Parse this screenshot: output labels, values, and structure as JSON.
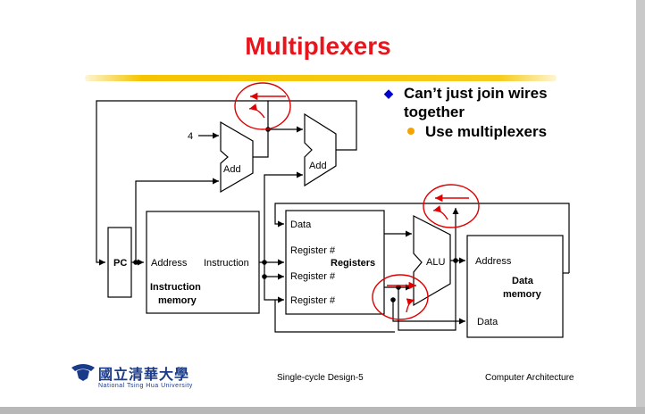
{
  "slide": {
    "title": "Multiplexers",
    "bullets": [
      {
        "text": "Can’t just join wires together",
        "marker": "diamond",
        "color": "#0000cc"
      },
      {
        "text": "Use multiplexers",
        "marker": "dot",
        "color": "#f5a300"
      }
    ],
    "footer_center": "Single-cycle Design-5",
    "footer_right": "Computer Architecture",
    "logo": {
      "chinese": "國立清華大學",
      "english": "National Tsing Hua University",
      "color": "#1a3a8a"
    },
    "title_color": "#e8151c",
    "highlight_color": "#f5c400"
  },
  "diagram": {
    "pc": "PC",
    "const_four": "4",
    "adder1": "Add",
    "adder2": "Add",
    "imem": {
      "address": "Address",
      "instruction": "Instruction",
      "name_line1": "Instruction",
      "name_line2": "memory"
    },
    "regs": {
      "data": "Data",
      "reg1": "Register #",
      "reg2": "Register #",
      "reg3": "Register #",
      "name": "Registers"
    },
    "alu": "ALU",
    "dmem": {
      "address": "Address",
      "data": "Data",
      "name_line1": "Data",
      "name_line2": "memory"
    },
    "annotation_color": "#e00000"
  }
}
